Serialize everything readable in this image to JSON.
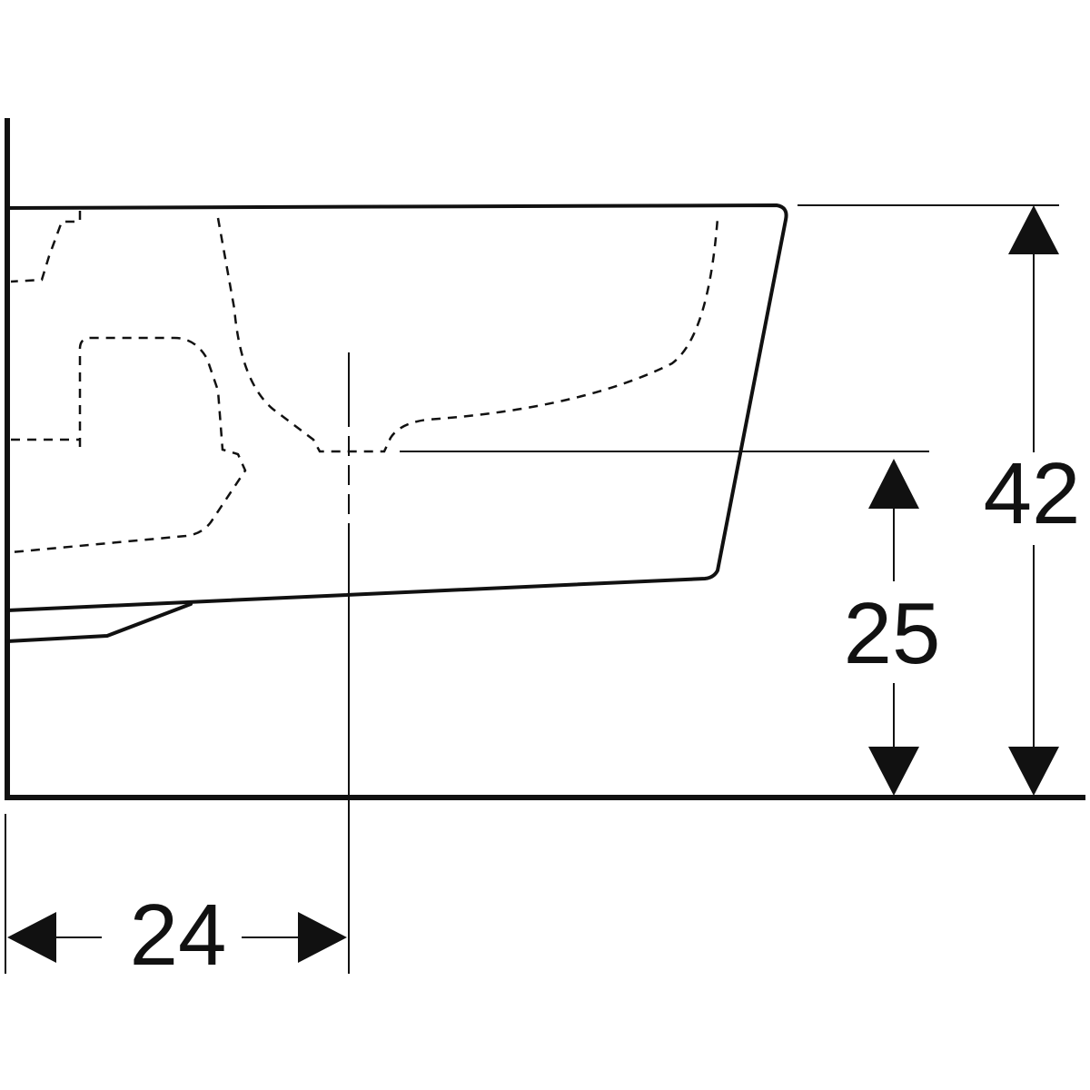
{
  "dimensions": {
    "height_total": "42",
    "height_outlet": "25",
    "distance_outlet_wall": "24"
  },
  "colors": {
    "line": "#111111",
    "background": "#ffffff"
  }
}
